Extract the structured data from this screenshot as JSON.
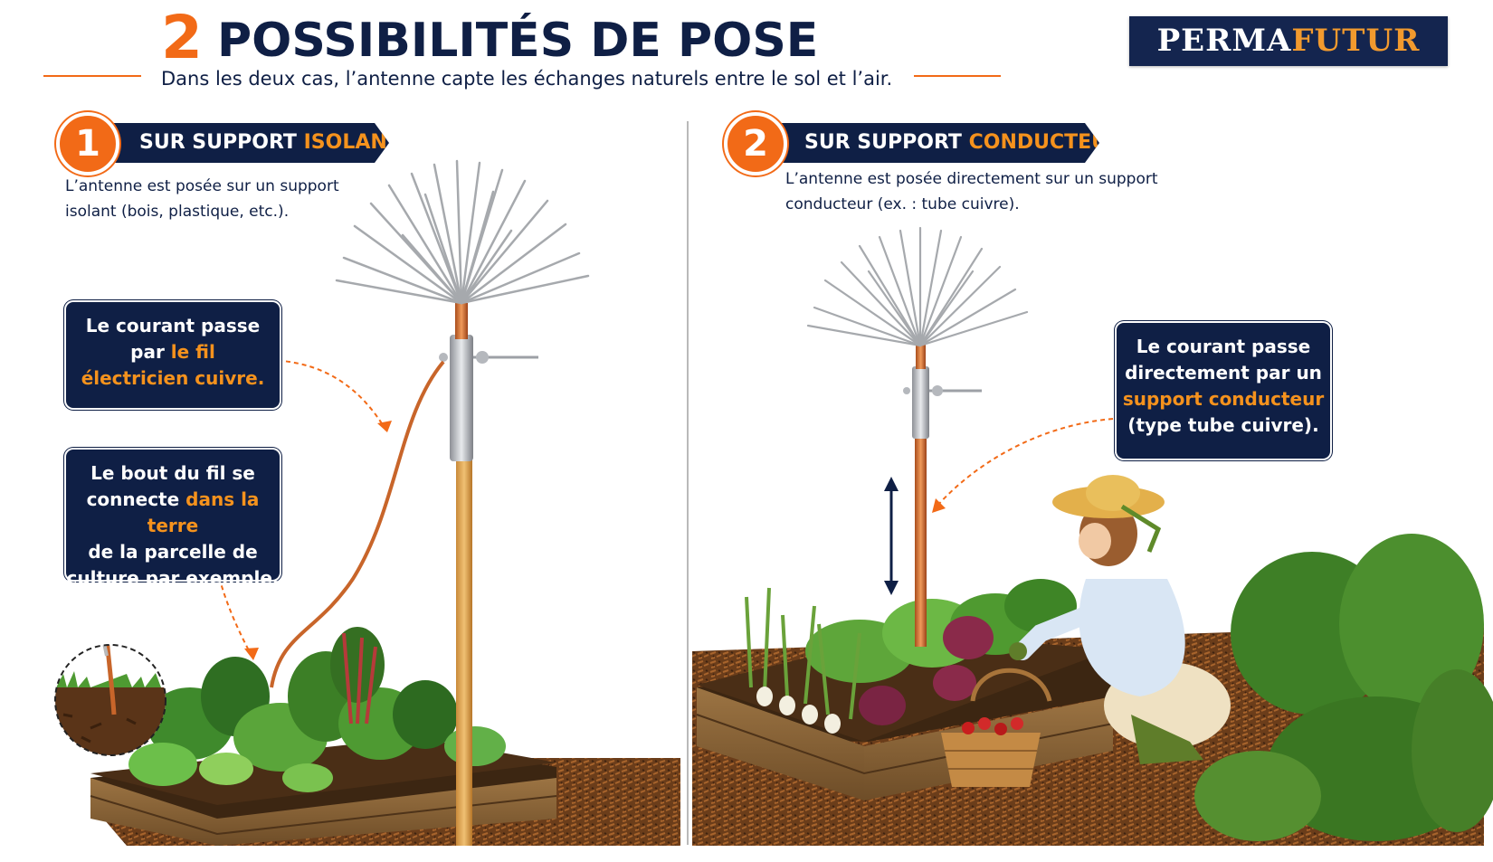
{
  "header": {
    "title_number": "2",
    "title_text": "POSSIBILITÉS DE POSE",
    "subtitle": "Dans les deux cas, l’antenne capte les échanges naturels entre le sol et l’air.",
    "logo_part1": "PERMA",
    "logo_part2": "FUTUR"
  },
  "section1": {
    "number": "1",
    "heading_prefix": "SUR SUPPORT ",
    "heading_highlight": "ISOLANT",
    "desc_line1": "L’antenne est posée sur un support",
    "desc_line2": "isolant (bois, plastique, etc.).",
    "callout1": {
      "line1": "Le courant passe",
      "line2_prefix": "par ",
      "line2_highlight": "le fil",
      "line3_highlight": "électricien cuivre."
    },
    "callout2": {
      "line1": "Le bout du fil se",
      "line2_prefix": "connecte ",
      "line2_highlight": "dans la terre",
      "line3": "de la parcelle de",
      "line4": "culture par exemple."
    }
  },
  "section2": {
    "number": "2",
    "heading_prefix": "SUR SUPPORT ",
    "heading_highlight": "CONDUCTEUR",
    "desc_line1": "L’antenne est posée directement sur un support",
    "desc_line2": "conducteur (ex. : tube cuivre).",
    "callout": {
      "line1": "Le courant passe",
      "line2": "directement par un",
      "line3_highlight": "support conducteur",
      "line4": "(type tube cuivre)."
    }
  },
  "colors": {
    "navy": "#0f1f45",
    "orange": "#f26a17",
    "highlight": "#f5921d",
    "copper": "#c8652a",
    "soil": "#7a4a22"
  }
}
